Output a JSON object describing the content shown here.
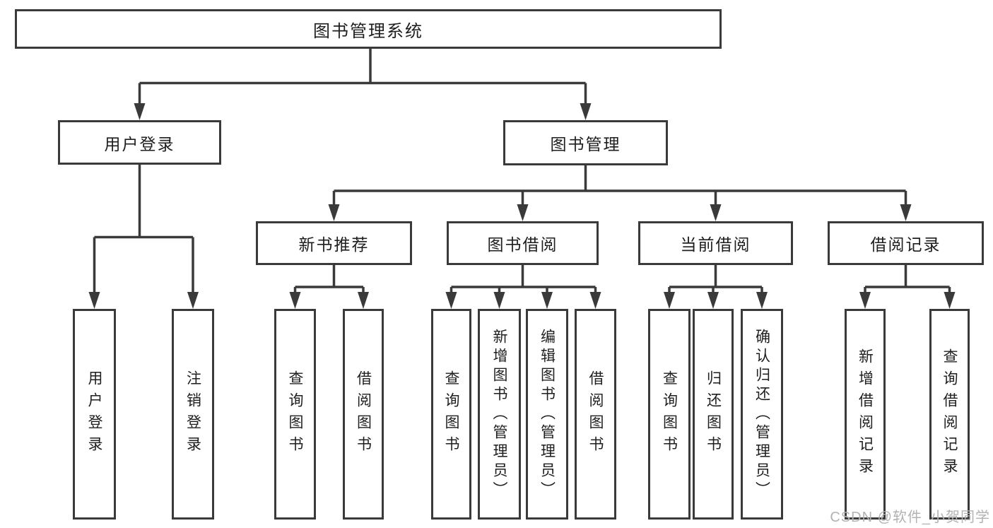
{
  "diagram": {
    "title": "图书管理系统",
    "level2": {
      "user_login": "用户登录",
      "book_management": "图书管理"
    },
    "level3": {
      "new_book_recommend": "新书推荐",
      "book_borrowing": "图书借阅",
      "current_borrowing": "当前借阅",
      "borrowing_records": "借阅记录"
    },
    "leaves": {
      "user_login": "用户登录",
      "logout": "注销登录",
      "rec_query_books": "查询图书",
      "rec_borrow_books": "借阅图书",
      "borrow_query_books": "查询图书",
      "borrow_add_books": "新增图书（管理员）",
      "borrow_edit_books": "编辑图书（管理员）",
      "borrow_borrow_books": "借阅图书",
      "current_query_books": "查询图书",
      "current_return_books": "归还图书",
      "current_confirm_return": "确认归还（管理员）",
      "records_add_record": "新增借阅记录",
      "records_query_record": "查询借阅记录"
    }
  },
  "watermark": "CSDN @软件_小贺同学",
  "colors": {
    "line": "#3a3a3a",
    "text": "#1e1e1e",
    "watermark": "#b2b2b2",
    "background": "#ffffff"
  }
}
